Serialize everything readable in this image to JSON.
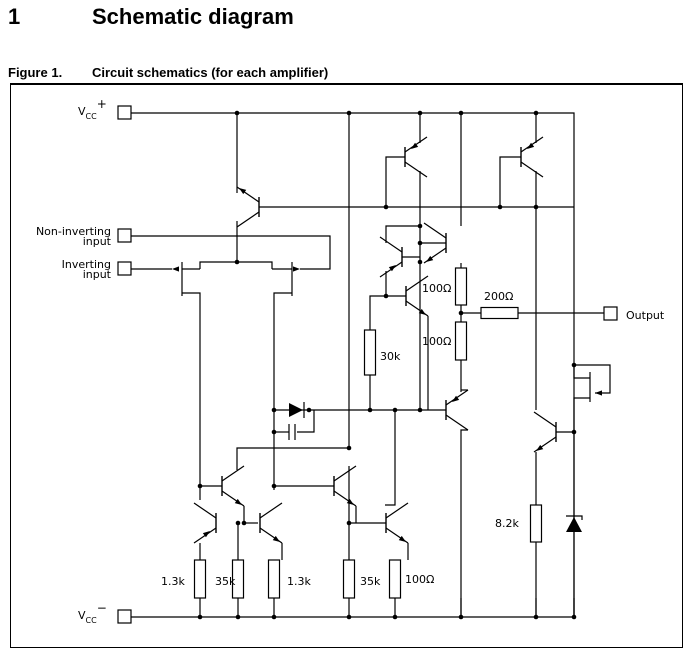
{
  "section": {
    "number": "1",
    "title": "Schematic diagram"
  },
  "figure": {
    "label": "Figure 1.",
    "title": "Circuit schematics (for each amplifier)"
  },
  "pins": {
    "vcc_plus": {
      "label": "V",
      "sub": "CC",
      "sup": "+"
    },
    "non_inverting": {
      "line1": "Non-inverting",
      "line2": "input"
    },
    "inverting": {
      "line1": "Inverting",
      "line2": "input"
    },
    "output": {
      "label": "Output"
    },
    "vcc_minus": {
      "label": "V",
      "sub": "CC",
      "sup": "−"
    }
  },
  "resistors": {
    "r_out_top": "100Ω",
    "r_out_bottom": "100Ω",
    "r_series": "200Ω",
    "r_30k": "30k",
    "r_1k3_left": "1.3k",
    "r_35k_left": "35k",
    "r_1k3_right": "1.3k",
    "r_35k_right": "35k",
    "r_100_bottom": "100Ω",
    "r_8k2": "8.2k"
  }
}
